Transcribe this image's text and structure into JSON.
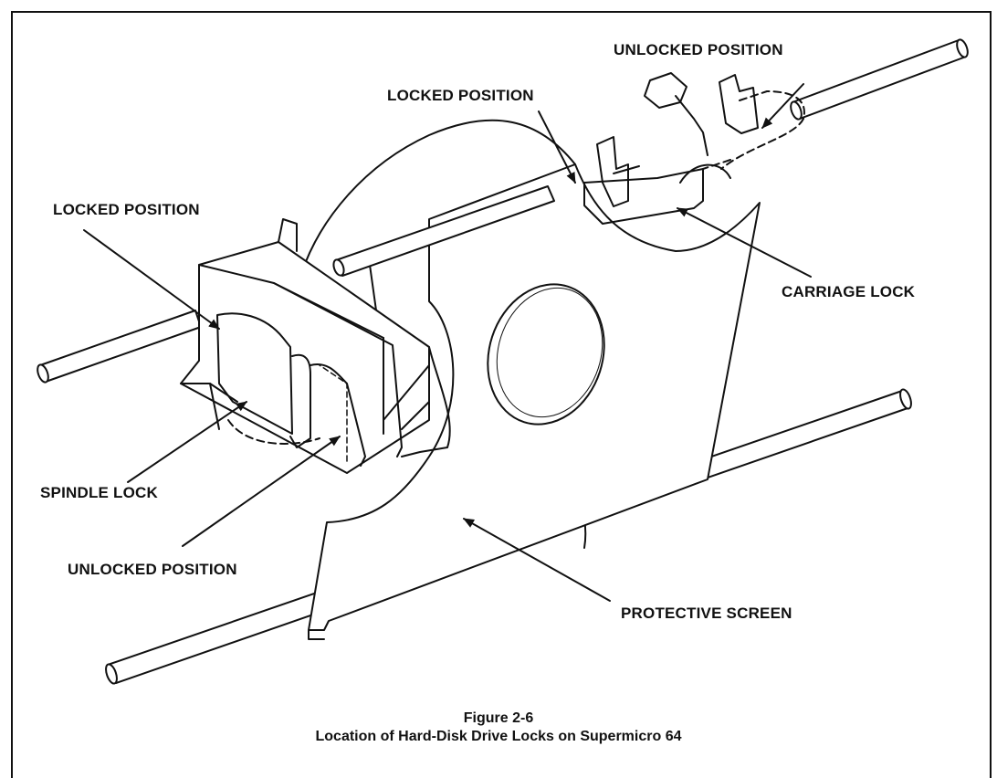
{
  "labels": {
    "unlocked_position_top": "UNLOCKED POSITION",
    "locked_position_top": "LOCKED POSITION",
    "locked_position_left": "LOCKED POSITION",
    "carriage_lock": "CARRIAGE LOCK",
    "spindle_lock": "SPINDLE LOCK",
    "unlocked_position_bottom": "UNLOCKED POSITION",
    "protective_screen": "PROTECTIVE SCREEN"
  },
  "caption": {
    "figure_number": "Figure 2-6",
    "title": "Location of Hard-Disk Drive Locks on Supermicro 64"
  }
}
